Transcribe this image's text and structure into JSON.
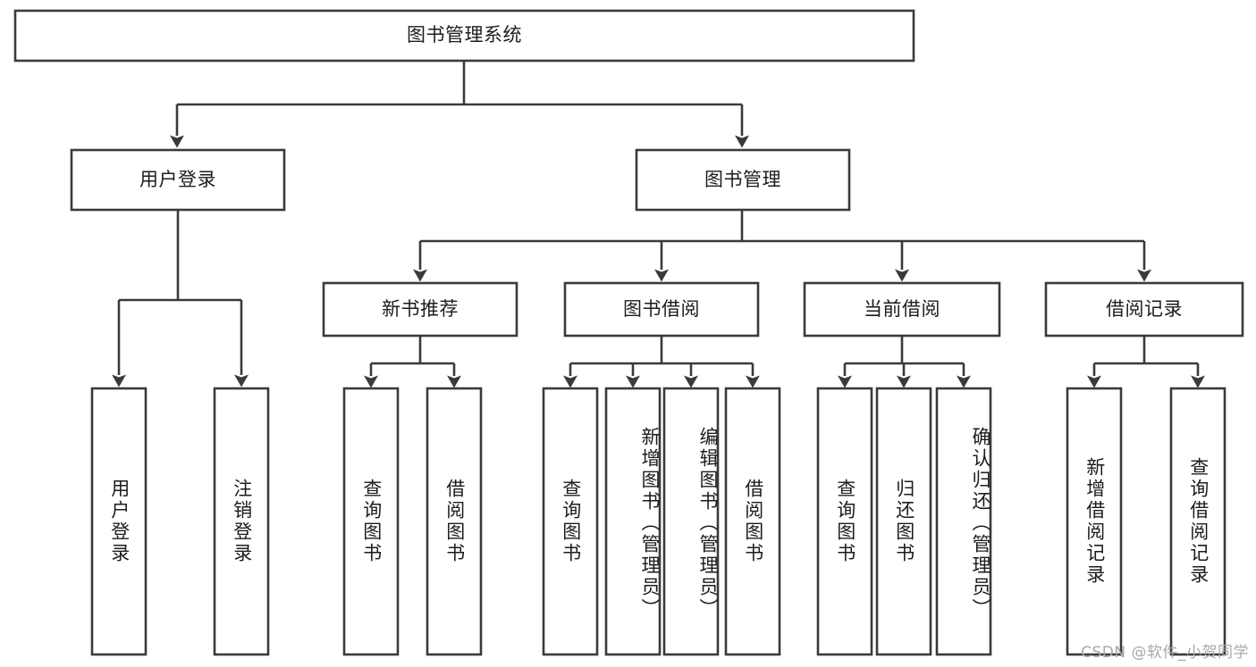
{
  "diagram": {
    "title": "图书管理系统",
    "type": "tree-hierarchy-diagram",
    "orientation": "top-down",
    "colors": {
      "stroke": "#3a3a3a",
      "fill": "#ffffff",
      "text": "#1c1c1c",
      "background": "#ffffff",
      "watermark": "#a8a8a8"
    },
    "levels": [
      {
        "level": 1,
        "nodes": [
          {
            "id": "root",
            "label": "图书管理系统",
            "text_orientation": "horizontal"
          }
        ]
      },
      {
        "level": 2,
        "nodes": [
          {
            "id": "user-login",
            "label": "用户登录",
            "text_orientation": "horizontal",
            "parent": "root"
          },
          {
            "id": "book-manage",
            "label": "图书管理",
            "text_orientation": "horizontal",
            "parent": "root"
          }
        ]
      },
      {
        "level": 3,
        "nodes": [
          {
            "id": "new-book-rec",
            "label": "新书推荐",
            "text_orientation": "horizontal",
            "parent": "book-manage"
          },
          {
            "id": "book-borrow",
            "label": "图书借阅",
            "text_orientation": "horizontal",
            "parent": "book-manage"
          },
          {
            "id": "current-borrow",
            "label": "当前借阅",
            "text_orientation": "horizontal",
            "parent": "book-manage"
          },
          {
            "id": "borrow-record",
            "label": "借阅记录",
            "text_orientation": "horizontal",
            "parent": "book-manage"
          }
        ]
      },
      {
        "level": 4,
        "nodes": [
          {
            "id": "leaf-user-login",
            "label": "用户登录",
            "text_orientation": "vertical",
            "parent": "user-login"
          },
          {
            "id": "leaf-user-logout",
            "label": "注销登录",
            "text_orientation": "vertical",
            "parent": "user-login"
          },
          {
            "id": "leaf-query-book-1",
            "label": "查询图书",
            "text_orientation": "vertical",
            "parent": "new-book-rec"
          },
          {
            "id": "leaf-borrow-book-1",
            "label": "借阅图书",
            "text_orientation": "vertical",
            "parent": "new-book-rec"
          },
          {
            "id": "leaf-query-book-2",
            "label": "查询图书",
            "text_orientation": "vertical",
            "parent": "book-borrow"
          },
          {
            "id": "leaf-add-book",
            "label": "新增图书（管理员）",
            "text_orientation": "vertical",
            "parent": "book-borrow"
          },
          {
            "id": "leaf-edit-book",
            "label": "编辑图书（管理员）",
            "text_orientation": "vertical",
            "parent": "book-borrow"
          },
          {
            "id": "leaf-borrow-book-2",
            "label": "借阅图书",
            "text_orientation": "vertical",
            "parent": "book-borrow"
          },
          {
            "id": "leaf-query-book-3",
            "label": "查询图书",
            "text_orientation": "vertical",
            "parent": "current-borrow"
          },
          {
            "id": "leaf-return-book",
            "label": "归还图书",
            "text_orientation": "vertical",
            "parent": "current-borrow"
          },
          {
            "id": "leaf-confirm-return",
            "label": "确认归还（管理员）",
            "text_orientation": "vertical",
            "parent": "current-borrow"
          },
          {
            "id": "leaf-add-record",
            "label": "新增借阅记录",
            "text_orientation": "vertical",
            "parent": "borrow-record"
          },
          {
            "id": "leaf-query-record",
            "label": "查询借阅记录",
            "text_orientation": "vertical",
            "parent": "borrow-record"
          }
        ]
      }
    ],
    "watermark": "CSDN @软件_小贺同学"
  }
}
